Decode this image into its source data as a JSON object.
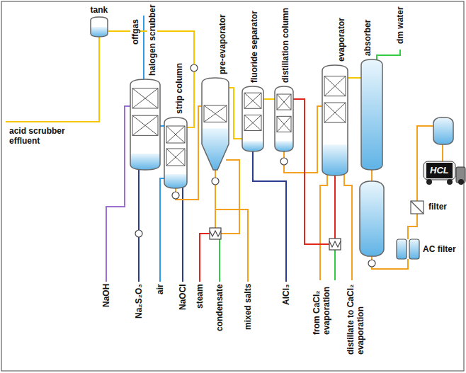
{
  "diagram": {
    "nodes": [
      {
        "text": [
          "tank"
        ]
      },
      {
        "text": [
          "halogen scrubber"
        ]
      },
      {
        "text": [
          "strip column"
        ]
      },
      {
        "text": [
          "pre-evaporator"
        ]
      },
      {
        "text": [
          "fluoride separator"
        ]
      },
      {
        "text": [
          "distillation column"
        ]
      },
      {
        "text": [
          "evaporator"
        ]
      },
      {
        "text": [
          "absorber"
        ]
      },
      {
        "text": [
          "filter"
        ]
      },
      {
        "text": [
          "AC filter"
        ]
      },
      {
        "text": [
          "HCL"
        ]
      }
    ],
    "edges": [
      {
        "from": 0,
        "to": 2,
        "arrow": "none"
      },
      {
        "from": 2,
        "to": 1,
        "arrow": "none"
      },
      {
        "from": 2,
        "to": 3,
        "arrow": "none"
      },
      {
        "from": 3,
        "to": 4,
        "arrow": "none"
      },
      {
        "from": 4,
        "to": 5,
        "arrow": "none"
      },
      {
        "from": 5,
        "to": 6,
        "arrow": "none"
      },
      {
        "from": 6,
        "to": 7,
        "arrow": "none"
      },
      {
        "from": 7,
        "to": 9,
        "arrow": "none"
      },
      {
        "from": 9,
        "to": 8,
        "arrow": "none"
      },
      {
        "from": 8,
        "to": 10,
        "arrow": "none"
      }
    ],
    "labels": [
      "acid scrubber effluent",
      "offgas",
      "dm water",
      "NaOH",
      "Na₂S₂O₃",
      "air",
      "NaOCl",
      "steam",
      "condensate",
      "mixed salts",
      "AlCl₃",
      "from CaCl₂ evaporation",
      "distillate to CaCl₂ evaporation"
    ]
  }
}
